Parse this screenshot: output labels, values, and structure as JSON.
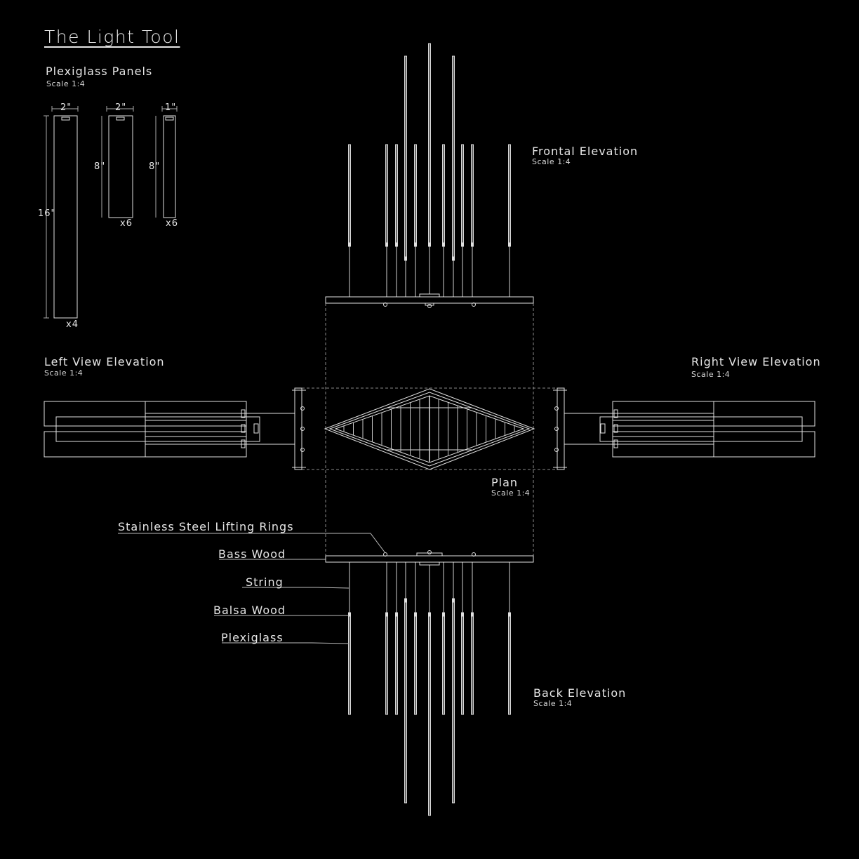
{
  "title": "The Light Tool",
  "panels": {
    "heading": "Plexiglass Panels",
    "scale": "Scale 1:4",
    "items": [
      {
        "width": "2\"",
        "height": "16\"",
        "count": "x4"
      },
      {
        "width": "2\"",
        "height": "8\"",
        "count": "x6"
      },
      {
        "width": "1\"",
        "height": "8\"",
        "count": "x6"
      }
    ]
  },
  "views": {
    "frontal": {
      "heading": "Frontal Elevation",
      "scale": "Scale 1:4"
    },
    "left": {
      "heading": "Left View Elevation",
      "scale": "Scale 1:4"
    },
    "right": {
      "heading": "Right View Elevation",
      "scale": "Scale 1:4"
    },
    "plan": {
      "heading": "Plan",
      "scale": "Scale 1:4"
    },
    "back": {
      "heading": "Back Elevation",
      "scale": "Scale 1:4"
    }
  },
  "callouts": [
    "Stainless Steel Lifting Rings",
    "Bass Wood",
    "String",
    "Balsa Wood",
    "Plexiglass"
  ],
  "colors": {
    "background": "#000000",
    "line": "#e6e6e6",
    "dashed": "#9a9a9a"
  }
}
